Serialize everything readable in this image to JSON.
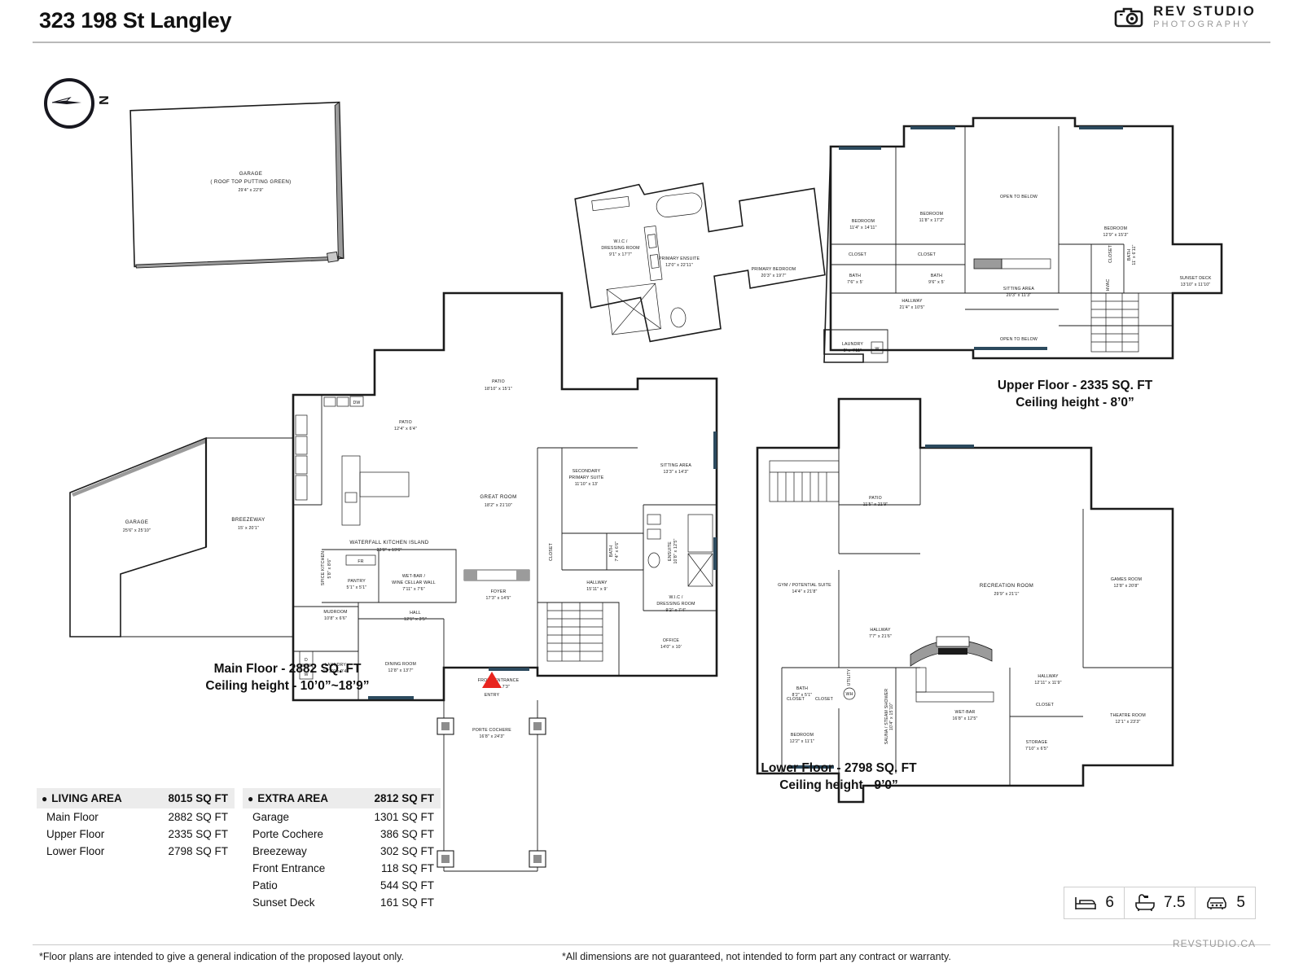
{
  "header": {
    "title": "323 198 St Langley",
    "logo": {
      "line1": "REV STUDIO",
      "line2": "PHOTOGRAPHY",
      "icon": "camera-icon"
    }
  },
  "compass": {
    "label": "N"
  },
  "floors": [
    {
      "id": "main",
      "title": "Main Floor - 2882 SQ. FT",
      "ceiling": "Ceiling height - 10’0”~18’9”"
    },
    {
      "id": "upper",
      "title": "Upper Floor - 2335 SQ. FT",
      "ceiling": "Ceiling height - 8’0”"
    },
    {
      "id": "lower",
      "title": "Lower Floor - 2798 SQ. FT",
      "ceiling": "Ceiling height - 9’0”"
    }
  ],
  "rooms": {
    "detached_garage": {
      "name": "GARAGE",
      "sub": "( ROOF TOP PUTTING GREEN)",
      "dim": "29'4\" x 22'9\""
    },
    "garage": {
      "name": "GARAGE",
      "dim": "25'6\" x 25'10\""
    },
    "breezeway": {
      "name": "BREEZEWAY",
      "dim": "15' x 20'1\""
    },
    "spice_kitchen": {
      "name": "SPICE KITCHEN",
      "dim": "5'8\" x 8'6\""
    },
    "pantry": {
      "name": "PANTRY",
      "dim": "5'1\" x 5'1\""
    },
    "fridge": {
      "name": "FR"
    },
    "dw": {
      "name": "DW"
    },
    "mudroom": {
      "name": "MUDROOM",
      "dim": "10'8\" x 6'6\""
    },
    "laundry_main": {
      "name": "LAUNDRY",
      "dim": "10'10\" x 9'4\""
    },
    "dryer": {
      "name": "D"
    },
    "washer": {
      "name": "W"
    },
    "dining_room": {
      "name": "DINING ROOM",
      "dim": "12'8\" x 13'7\""
    },
    "hall": {
      "name": "HALL",
      "dim": "12'1\" x 3'5\""
    },
    "wetbar_wine": {
      "name": "WET-BAR /",
      "sub": "WINE CELLAR WALL",
      "dim": "7'11\" x 7'6\""
    },
    "waterfall_island": {
      "name": "WATERFALL KITCHEN ISLAND",
      "dim": "23'8\" x 19'6\""
    },
    "great_room": {
      "name": "GREAT ROOM",
      "dim": "18'2\" x 21'10\""
    },
    "patio_small": {
      "name": "PATIO",
      "dim": "12'4\" x 6'4\""
    },
    "patio_main": {
      "name": "PATIO",
      "dim": "18'10\" x 15'1\""
    },
    "foyer": {
      "name": "FOYER",
      "dim": "17'3\" x 14'5\""
    },
    "front_entrance": {
      "name": "FRONT ENTRANCE",
      "dim": "16'5\" x 7'3\""
    },
    "porte_cochere": {
      "name": "PORTE COCHERE",
      "dim": "16'8\" x 24'3\""
    },
    "entry_marker": {
      "name": "ENTRY"
    },
    "closet_main": {
      "name": "CLOSET"
    },
    "secondary_primary": {
      "name": "SECONDARY",
      "sub": "PRIMARY SUITE",
      "dim": "11'10\" x 13'"
    },
    "bath_main": {
      "name": "BATH",
      "dim": "7'4\" x 6'6\""
    },
    "hallway_main": {
      "name": "HALLWAY",
      "dim": "15'11\" x 9'"
    },
    "sitting_area_main": {
      "name": "SITTING AREA",
      "dim": "13'3\" x 14'3\""
    },
    "ensuite_main": {
      "name": "ENSUITE",
      "dim": "10'8\" x 12'5\""
    },
    "wic_main": {
      "name": "W.I.C /",
      "sub": "DRESSING ROOM",
      "dim": "9'2\" x 7'4\""
    },
    "office": {
      "name": "OFFICE",
      "dim": "14'0\" x 10'"
    },
    "primary_bedroom": {
      "name": "PRIMARY BEDROOM",
      "dim": "20'3\" x 19'7\""
    },
    "primary_ensuite": {
      "name": "PRIMARY ENSUITE",
      "dim": "12'0\" x 22'11\""
    },
    "wic_primary": {
      "name": "W.I.C /",
      "sub": "DRESSING ROOM",
      "dim": "9'1\" x 17'7\""
    },
    "u_bedroom_1": {
      "name": "BEDROOM",
      "dim": "11'4\" x 14'11\""
    },
    "u_bedroom_2": {
      "name": "BEDROOM",
      "dim": "11'8\" x 17'2\""
    },
    "u_bedroom_3": {
      "name": "BEDROOM",
      "dim": "12'9\" x 15'3\""
    },
    "u_closet_1": {
      "name": "CLOSET"
    },
    "u_closet_2": {
      "name": "CLOSET"
    },
    "u_closet_3": {
      "name": "CLOSET"
    },
    "u_bath_1": {
      "name": "BATH",
      "dim": "7'6\" x 5'"
    },
    "u_bath_2": {
      "name": "BATH",
      "dim": "9'6\" x 5'"
    },
    "u_bath_3": {
      "name": "BATH",
      "dim": "11' x 6'11\""
    },
    "u_hallway": {
      "name": "HALLWAY",
      "dim": "21'4\" x 10'5\""
    },
    "u_laundry": {
      "name": "LAUNDRY",
      "dim": "9' x 4'11\""
    },
    "u_washer": {
      "name": "W"
    },
    "u_open_below_1": {
      "name": "OPEN TO BELOW"
    },
    "u_open_below_2": {
      "name": "OPEN TO BELOW"
    },
    "u_sitting_area": {
      "name": "SITTING AREA",
      "dim": "20'3\" x 11'3\""
    },
    "u_sunset_deck": {
      "name": "SUNSET DECK",
      "dim": "13'10\" x 11'10\""
    },
    "u_hvac": {
      "name": "HVAC"
    },
    "l_patio": {
      "name": "PATIO",
      "dim": "11'5\" x 21'9\""
    },
    "l_gym": {
      "name": "GYM / POTENTIAL SUITE",
      "dim": "14'4\" x 21'8\""
    },
    "l_hallway_1": {
      "name": "HALLWAY",
      "dim": "7'7\" x 21'6\""
    },
    "l_hallway_2": {
      "name": "HALLWAY",
      "dim": "12'11\" x 11'9\""
    },
    "l_bath": {
      "name": "BATH",
      "dim": "8'2\" x 5'1\""
    },
    "l_closet_a": {
      "name": "CLOSET"
    },
    "l_closet_b": {
      "name": "CLOSET"
    },
    "l_closet_c": {
      "name": "CLOSET"
    },
    "l_bedroom": {
      "name": "BEDROOM",
      "dim": "12'2\" x 11'1\""
    },
    "l_utility": {
      "name": "UTILITY"
    },
    "l_wh": {
      "name": "WH"
    },
    "l_sauna": {
      "name": "SAUNA / STEAM SHOWER",
      "dim": "10'4\" x 15'10\""
    },
    "l_recreation": {
      "name": "RECREATION ROOM",
      "dim": "29'9\" x 21'1\""
    },
    "l_wetbar": {
      "name": "WET-BAR",
      "dim": "16'8\" x 12'5\""
    },
    "l_storage": {
      "name": "STORAGE",
      "dim": "7'10\" x 6'5\""
    },
    "l_games_room": {
      "name": "GAMES ROOM",
      "dim": "12'8\" x 20'8\""
    },
    "l_theatre": {
      "name": "THEATRE ROOM",
      "dim": "12'1\" x 23'3\""
    }
  },
  "areas": {
    "living": {
      "label": "LIVING AREA",
      "total": "8015 SQ FT",
      "rows": [
        {
          "label": "Main Floor",
          "value": "2882 SQ FT"
        },
        {
          "label": "Upper Floor",
          "value": "2335 SQ FT"
        },
        {
          "label": "Lower Floor",
          "value": "2798 SQ FT"
        }
      ]
    },
    "extra": {
      "label": "EXTRA AREA",
      "total": "2812 SQ FT",
      "rows": [
        {
          "label": "Garage",
          "value": "1301 SQ FT"
        },
        {
          "label": "Porte Cochere",
          "value": "386 SQ FT"
        },
        {
          "label": "Breezeway",
          "value": "302 SQ FT"
        },
        {
          "label": "Front Entrance",
          "value": "118 SQ FT"
        },
        {
          "label": "Patio",
          "value": "544 SQ FT"
        },
        {
          "label": "Sunset Deck",
          "value": "161 SQ FT"
        }
      ]
    }
  },
  "stats": [
    {
      "icon": "bed-icon",
      "value": "6"
    },
    {
      "icon": "bath-icon",
      "value": "7.5"
    },
    {
      "icon": "garage-icon",
      "value": "5"
    }
  ],
  "footer": {
    "left": "*Floor plans are intended to give a general indication of the proposed layout only.",
    "right": "*All dimensions are not guaranteed, not intended to form part any contract or warranty.",
    "url": "REVSTUDIO.CA"
  },
  "colors": {
    "entry_marker": "#e8251f",
    "window": "#2c4a5e",
    "wall": "#b2b2b2",
    "header_bg": "#ececec"
  }
}
